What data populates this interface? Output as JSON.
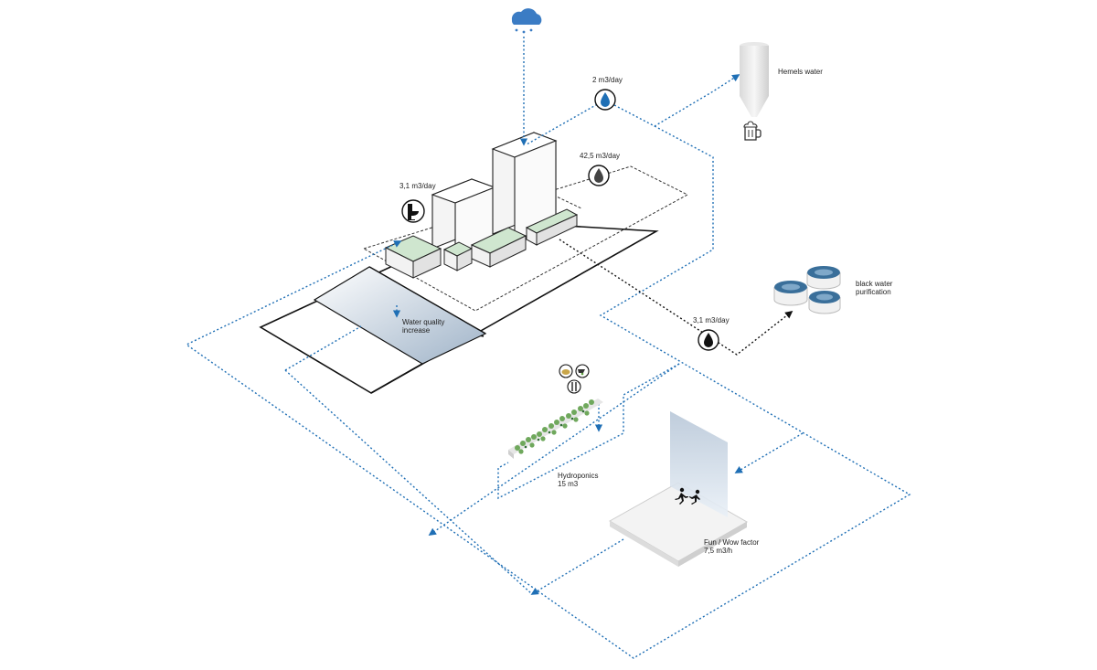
{
  "colors": {
    "flow_blue": "#1f6fb5",
    "black_water": "#111111",
    "roof_green": "#cfe6cf",
    "building_face": "#f6f6f6",
    "pond_gradient_dark": "#9fb3c8",
    "tank_blue": "#3a6f9a"
  },
  "labels": {
    "rain_flow": "2 m3/day",
    "hemels_water": "Hemels water",
    "grey_flow": "42,5 m3/day",
    "toilet_flow": "3,1 m3/day",
    "pond_line1": "Water quality",
    "pond_line2": "increase",
    "black_flow": "3,1 m3/day",
    "purification_line1": "black water",
    "purification_line2": "purification",
    "hydroponics_line1": "Hydroponics",
    "hydroponics_line2": "15 m3",
    "fun_line1": "Fun / Wow factor",
    "fun_line2": "7,5 m3/h"
  },
  "icons": [
    "rain-cloud-icon",
    "water-drop-icon",
    "grey-water-drop-icon",
    "toilet-icon",
    "black-water-drop-icon",
    "beer-mug-icon",
    "silo-icon",
    "purification-tanks-icon",
    "food-icon",
    "wheelbarrow-icon",
    "cutlery-icon",
    "running-people-icon"
  ]
}
